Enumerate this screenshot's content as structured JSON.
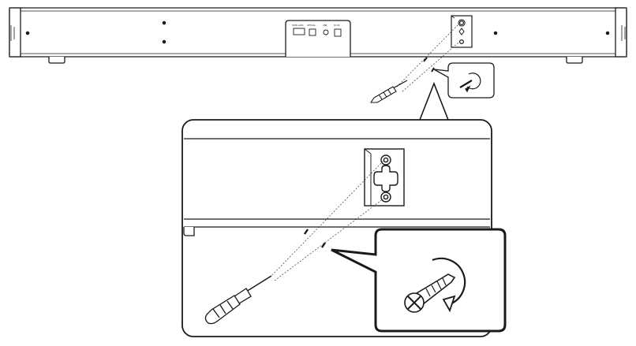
{
  "figure": {
    "type": "installation-illustration",
    "subject": "soundbar wall-mount bracket installation",
    "rotation_direction": "clockwise"
  },
  "colors": {
    "line": "#1a1a1a",
    "fill": "#ffffff",
    "panel_fill": "#f7f7f7"
  },
  "ports": {
    "label_1": "HDMI eARC",
    "label_2": "OPTICAL",
    "label_3": "USB",
    "label_4": "DC IN"
  }
}
